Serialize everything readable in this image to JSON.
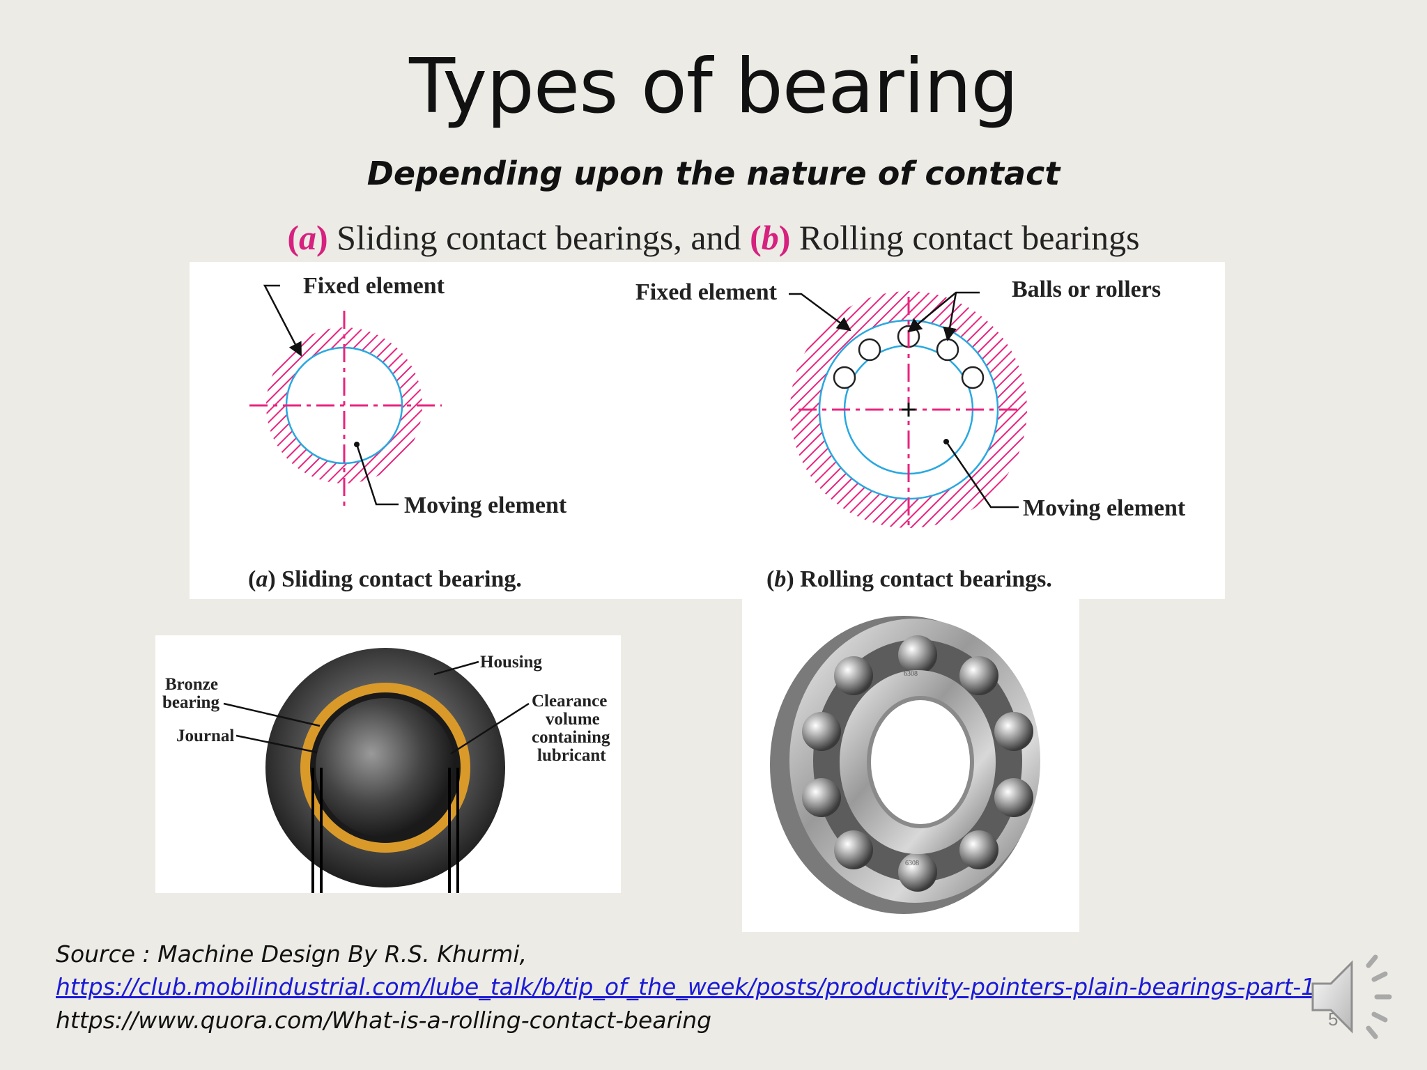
{
  "slide": {
    "title": "Types of bearing",
    "subtitle": "Depending upon the nature of contact",
    "types_line": {
      "a_marker": "(a)",
      "a_text": " Sliding contact bearings, and ",
      "b_marker": "(b)",
      "b_text": " Rolling contact bearings"
    },
    "diagram": {
      "a_fixed_label": "Fixed element",
      "a_moving_label": "Moving element",
      "a_caption_marker": "(a)",
      "a_caption": " Sliding contact bearing.",
      "b_fixed_label": "Fixed element",
      "b_balls_label": "Balls or rollers",
      "b_moving_label": "Moving element",
      "b_caption_marker": "(b)",
      "b_caption": " Rolling contact bearings."
    },
    "journal_photo": {
      "housing": "Housing",
      "bronze_line1": "Bronze",
      "bronze_line2": "bearing",
      "journal": "Journal",
      "clearance_line1": "Clearance",
      "clearance_line2": "volume",
      "clearance_line3": "containing",
      "clearance_line4": "lubricant"
    },
    "ball_bearing_photo": {
      "part_number_upper": "6308",
      "part_number_lower": "6308"
    },
    "sources": {
      "reference": "Source : Machine Design By R.S. Khurmi,",
      "link": "https://club.mobilindustrial.com/lube_talk/b/tip_of_the_week/posts/productivity-pointers-plain-bearings-part-1",
      "quora": "https://www.quora.com/What-is-a-rolling-contact-bearing"
    },
    "slide_number": "5"
  },
  "colors": {
    "background": "#edebe5",
    "accent_pink": "#d6217f",
    "bearing_blue": "#29a8e0",
    "link_blue": "#1a1ad6"
  },
  "icons": [
    "speaker-icon"
  ]
}
